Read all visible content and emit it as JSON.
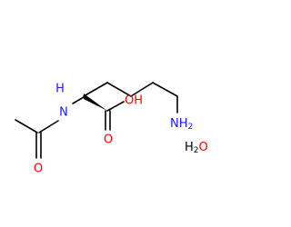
{
  "molecule": {
    "atoms": {
      "nitrogen_amide": "N",
      "nitrogen_amide_h": "H",
      "oxygen_carbonyl_acetyl": "O",
      "oxygen_carbonyl_acid": "O",
      "hydroxyl": "OH",
      "amine_n": "N",
      "amine_h": "H",
      "amine_subscript": "2"
    },
    "water": {
      "h": "H",
      "subscript": "2",
      "o": "O"
    }
  },
  "colors": {
    "bond": "#000000",
    "nitrogen": "#1a1aff",
    "oxygen": "#ff0000"
  }
}
